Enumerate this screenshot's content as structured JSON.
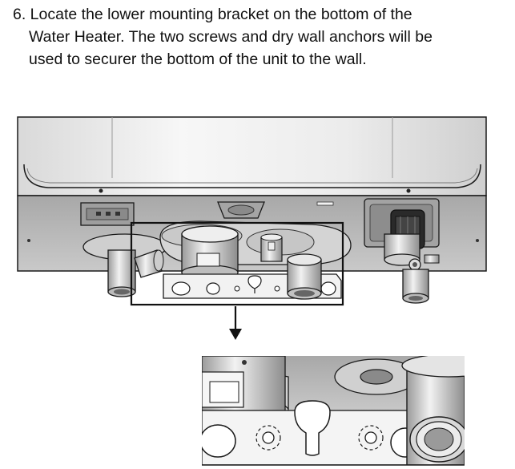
{
  "instruction": {
    "line1": "6. Locate the lower mounting bracket on the bottom of the",
    "line2": "Water Heater. The two screws and dry wall anchors will be",
    "line3": "used to securer the bottom of the unit to the wall."
  },
  "colors": {
    "outline": "#1a1a1a",
    "body_light": "#e6e6e6",
    "panel_dark": "#bdbdbd",
    "highlight_box": "#111111"
  },
  "icons": [
    "arrow-down-icon",
    "screw-hole-icon",
    "keyhole-slot-icon"
  ]
}
